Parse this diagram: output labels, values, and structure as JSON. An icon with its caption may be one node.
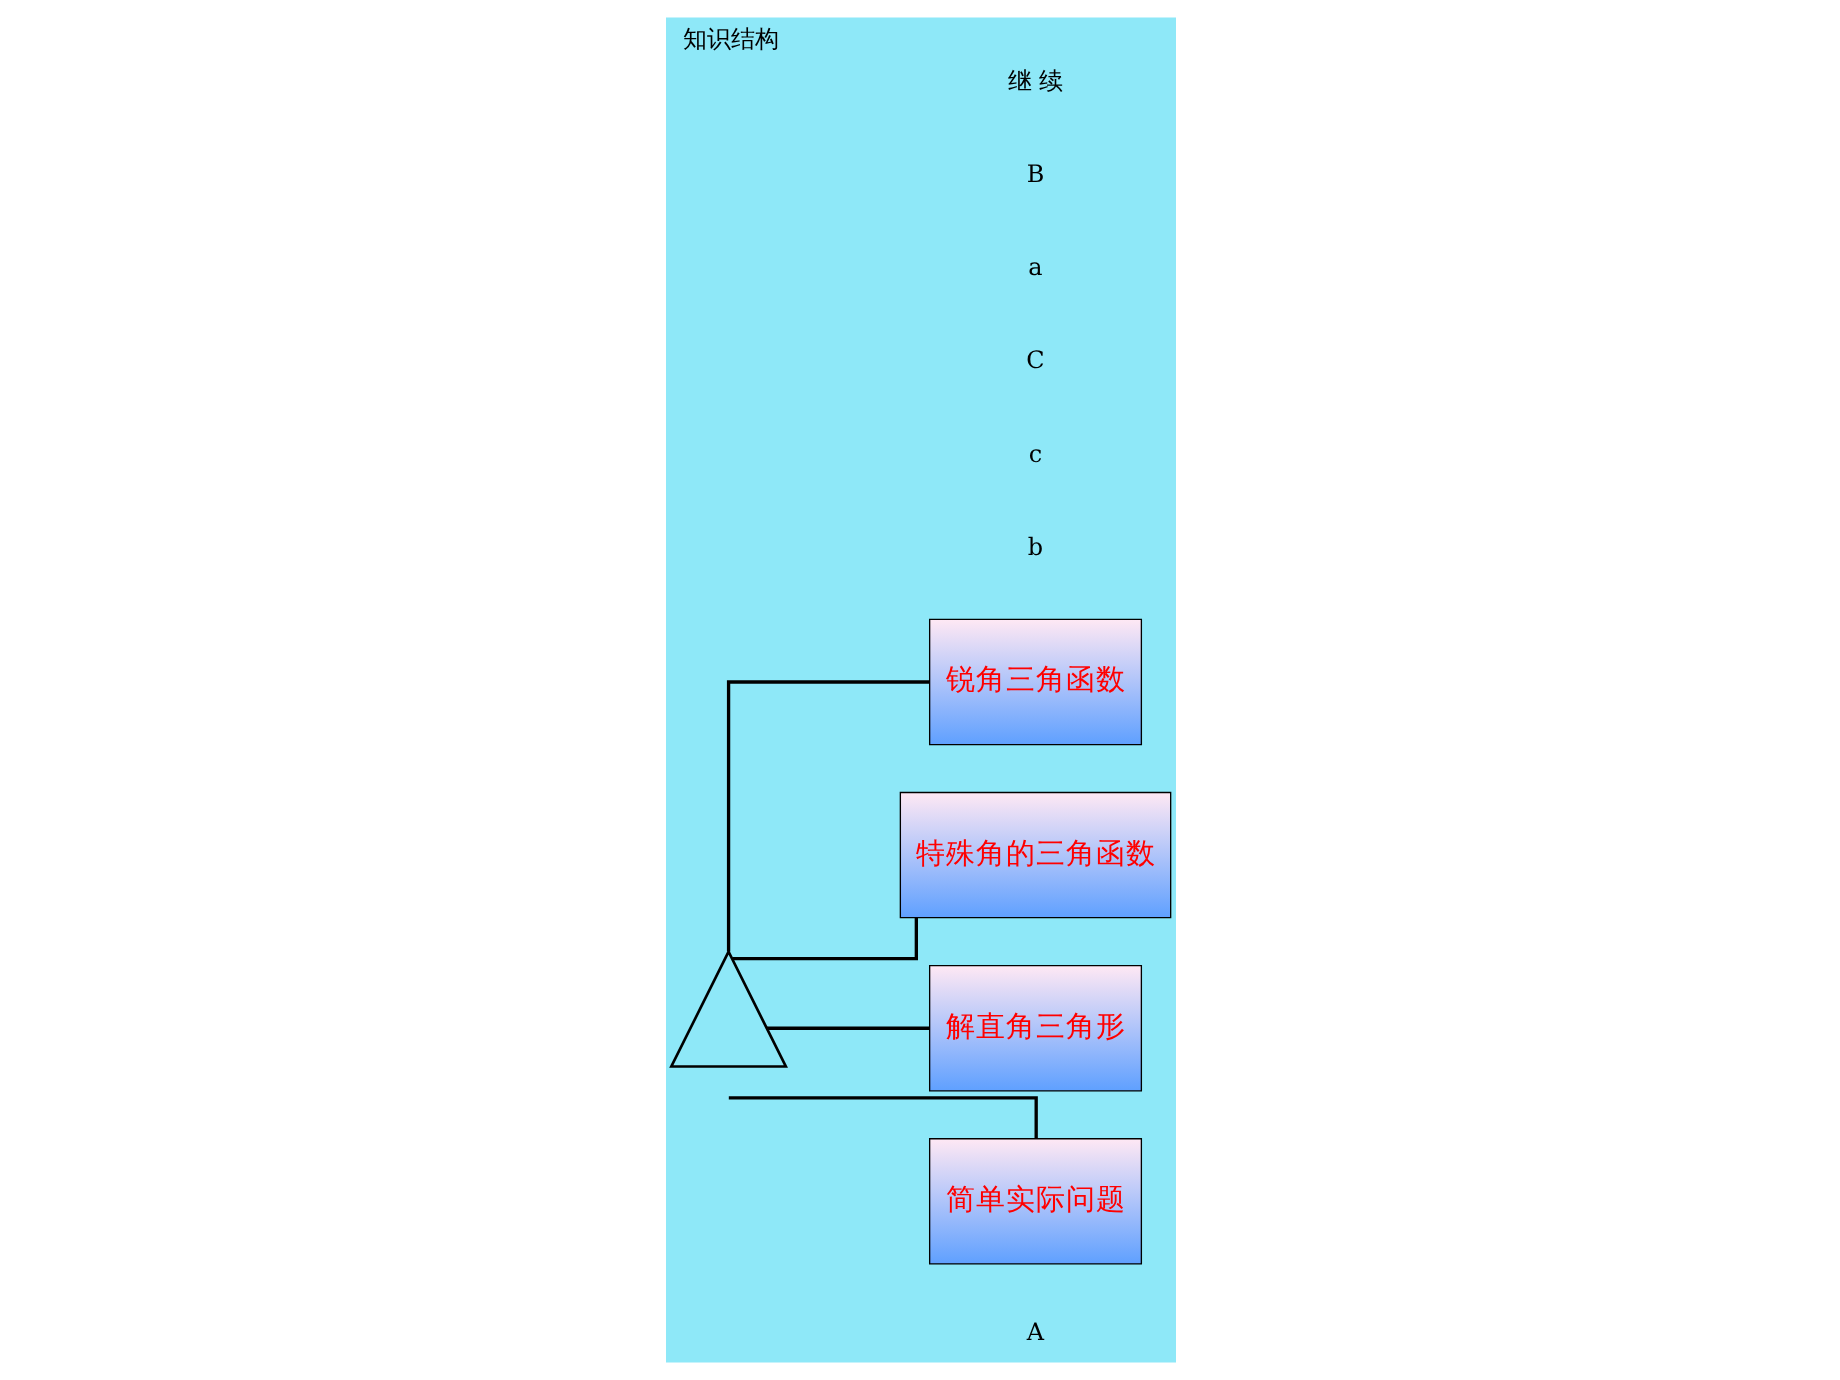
{
  "diagram": {
    "title": "知识结构",
    "nodes": [
      {
        "text": [],
        "shape": "triangle"
      },
      {
        "text": [
          "锐角三角函数"
        ]
      },
      {
        "text": [
          "特殊角的三角函数"
        ]
      },
      {
        "text": [
          "解直角三角形"
        ]
      },
      {
        "text": [
          "简单实际问题"
        ]
      }
    ],
    "edges": [
      {
        "from": 0,
        "to": 1,
        "arrow": "none"
      },
      {
        "from": 0,
        "to": 2,
        "arrow": "none"
      },
      {
        "from": 0,
        "to": 3,
        "arrow": "none"
      },
      {
        "from": 0,
        "to": 4,
        "arrow": "none"
      }
    ],
    "labels": [
      "A",
      "b",
      "c",
      "C",
      "a",
      "B",
      "继 续"
    ]
  }
}
